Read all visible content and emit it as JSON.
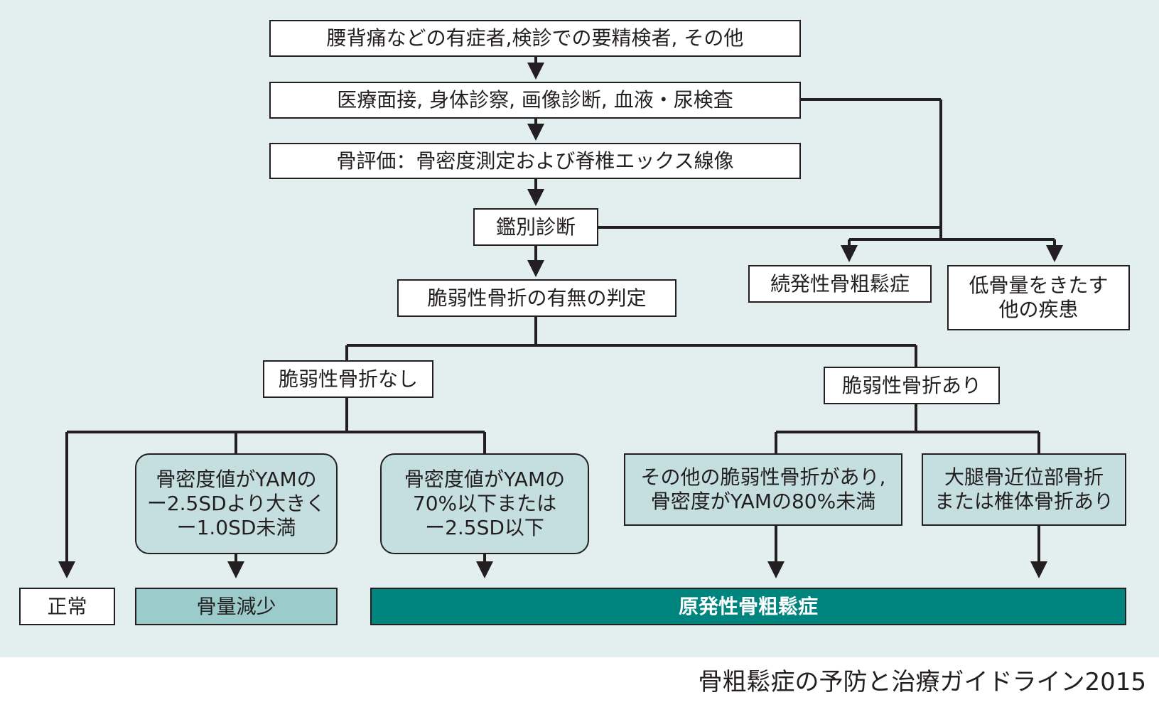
{
  "flow": {
    "start": "腰背痛などの有症者,検診での要精検者, その他",
    "exam": "医療面接, 身体診察, 画像診断, 血液・尿検査",
    "bone_eval": "骨評価：骨密度測定および脊椎エックス線像",
    "differential": "鑑別診断",
    "secondary": "続発性骨粗鬆症",
    "other_disease_line1": "低骨量をきたす",
    "other_disease_line2": "他の疾患",
    "fracture_judgment": "脆弱性骨折の有無の判定",
    "no_fracture": "脆弱性骨折なし",
    "with_fracture": "脆弱性骨折あり",
    "bmd_mid_line1": "骨密度値がYAMの",
    "bmd_mid_line2": "ー2.5SDより大きく",
    "bmd_mid_line3": "ー1.0SD未満",
    "bmd_low_line1": "骨密度値がYAMの",
    "bmd_low_line2": "70%以下または",
    "bmd_low_line3": "ー2.5SD以下",
    "other_fracture_line1": "その他の脆弱性骨折があり,",
    "other_fracture_line2": "骨密度がYAMの80%未満",
    "hip_fracture_line1": "大腿骨近位部骨折",
    "hip_fracture_line2": "または椎体骨折あり",
    "normal": "正常",
    "osteopenia": "骨量減少",
    "primary": "原発性骨粗鬆症"
  },
  "caption": "骨粗鬆症の予防と治療ガイドライン2015",
  "colors": {
    "panel_bg": "#e3efef",
    "light_teal": "#c5dfe0",
    "mid_teal": "#9ccbcb",
    "dark_teal": "#00847e",
    "line": "#231f20"
  }
}
